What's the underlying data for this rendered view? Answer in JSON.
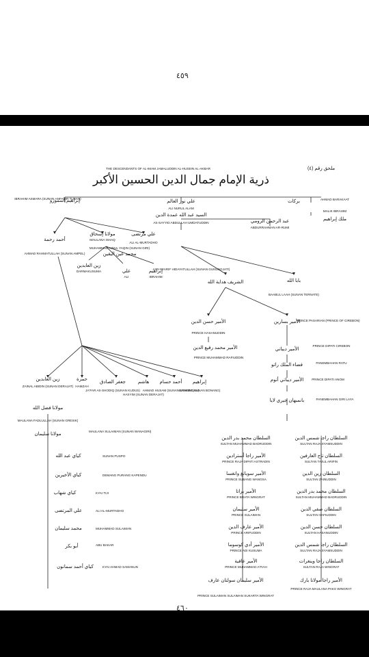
{
  "page_numbers": {
    "top": "٤٥٩",
    "bottom": "٤٦٠"
  },
  "header": {
    "title_en": "THE DESCENDANTS OF AL-IMAM JAMALUDDIN AL-HUSEIN AL-AKBAR",
    "title_ar": "ذرية الإمام جمال الدين الحسين الأكبر",
    "appendix": "ملحق رقم (٤)"
  },
  "nodes": {
    "ibrahim": {
      "ar": "إبراهيم أسمورو",
      "en": "IBRAHIM ASMARA (SUNAN ANFADIR TUBAN)"
    },
    "ali_nur": {
      "ar": "علي نور العالم",
      "en": "ALI NURUL ALAM"
    },
    "barakat": {
      "ar": "بركات",
      "en": "AHMAD BARAKAAT"
    },
    "malik": {
      "ar": "ملك إبراهيم",
      "en": "MALIK IBRAHIM"
    },
    "ahmad_rahmat": {
      "ar": "أحمد رحمة",
      "en": "AHMAD RAHMATULLAH (SUNAN AMPEL)"
    },
    "maulana_ishaq": {
      "ar": "مولانا إسحاق",
      "en": "MAULANA ISHAQ"
    },
    "ali_murtada": {
      "ar": "علي مرتضى",
      "en": "ALI AL-MURTADHO"
    },
    "abdullah": {
      "ar": "السيد عبد الله عمدة الدين",
      "en": "AS-SAYYID ABDULLAH UMDATUDDIN"
    },
    "abdurrahman": {
      "ar": "عبد الرحمن الرومي",
      "en": "ABDURRAHMAN AR-RUMI"
    },
    "ainul_yaqin": {
      "ar": "محمد عين اليقين",
      "en": "MUHAMMAD AINUL YAQIN (SUNAN GIRI)"
    },
    "sharif": {
      "ar": "الشريف هداية الله",
      "en": "ASY-SYARIF HIDAYATULLAH (SUNAN GUNUNGJATI)"
    },
    "babullah": {
      "ar": "بابا الله",
      "en": "BAABUL LAAH (SUNAN TERNATE)"
    },
    "zainal_kecil": {
      "ar": "زين العابدين",
      "en": "DARMAKUSUMA"
    },
    "ali_k": {
      "ar": "علي",
      "en": "ALI"
    },
    "ibrahim_k": {
      "ar": "إبراهيم",
      "en": "IBRAHIM"
    },
    "hasanuddin": {
      "ar": "الأمير حسن الدين",
      "en": "PRINCE HASANUDDIN"
    },
    "pasarean": {
      "ar": "الأمير بسارين",
      "en": "PRINCE PASARIAN (PRINCE OF CIREBON)"
    },
    "rafiuddin": {
      "ar": "الأمير محمد رفيع الدين",
      "en": "PRINCE MUHAMMAD RAFIUDDIN"
    },
    "dipati_cirebon": {
      "ar": "الأمير ديباتي",
      "en": "PRINCE DIPATI CIREBON"
    },
    "ratu": {
      "ar": "فضاء الملك راتو",
      "en": "PANEMBAHAN RATU"
    },
    "dipati_anom": {
      "ar": "الأمير ديباتي أنوم",
      "en": "PRINCE DIPATI ANOM"
    },
    "girilaya": {
      "ar": "بانمبهان جيري لايا",
      "en": "PANEMBAHAN GIRI LAYA"
    },
    "zainal_abidin": {
      "ar": "زين العابدين",
      "en": "ZAINAL ABIDIN (SUNAN DERAJAT)"
    },
    "hamzah": {
      "ar": "حمزة",
      "en": "HAMZAH"
    },
    "ja_far": {
      "ar": "جعفر الصادق",
      "en": "JA'FAR AS-SHODIQ (SUNAN KUDUS)"
    },
    "hasyim": {
      "ar": "هاشم",
      "en": "HASYIM (SUNAN DERAJAT)"
    },
    "ahmad_husam": {
      "ar": "أحمد حسام",
      "en": "AHMAD HUSAM (SUNAN LAMONGAN)"
    },
    "ibrahim2": {
      "ar": "إبراهيم",
      "en": "IBRAHIM (SUNAN BONANG)"
    },
    "fadlullah": {
      "ar": "مولانا فضل الله",
      "en": "MAULANA FADLULLAH (SUNAN GRESIK)"
    },
    "sulaiman": {
      "ar": "مولانا سليمان",
      "en": "MAULANA SULAIMAN (SUNAN WANAGIRI)"
    },
    "kyai1": {
      "ar": "كياي عبد الله",
      "en": "SUNAN PUSPO"
    },
    "kyai2": {
      "ar": "كياي الأخيرين",
      "en": "DEMANG PURANG KAPENDU"
    },
    "kyai3": {
      "ar": "كياي شهاب",
      "en": "KYAI TIJI"
    },
    "ali_murtadhu2": {
      "ar": "علي المرتضى",
      "en": "ALI AL-MURTADHO"
    },
    "sulaiman2": {
      "ar": "محمد سليمان",
      "en": "MUHAMMAD SULAIMAN"
    },
    "abubakar": {
      "ar": "أبو بكر",
      "en": "ABU BAKAR"
    },
    "kyai_ahmad": {
      "ar": "كياي أحمد سمانون",
      "en": "KYAI AHMAD SAMANUN"
    },
    "badruddin": {
      "ar": "السلطان محمد بدر الدين",
      "en": "SULTAN MUHAMMAD BADRUDDIN"
    },
    "syamsuddin": {
      "ar": "السلطان راجا شمس الدين",
      "en": "SULTAN RAJA SYAMSUDDIN"
    },
    "astradin": {
      "ar": "الأمير راجا أسترادين",
      "en": "PRINCE RAJA DIPATI ASTRADIN"
    },
    "tajul": {
      "ar": "السلطان تاج العارفين",
      "en": "SULTAN TAJUL ARIFIN"
    },
    "wangsa": {
      "ar": "الأمير سوبانغ وانغسا",
      "en": "PRINCE SUBANG WANGSA"
    },
    "zainuddin": {
      "ar": "السلطان زين الدين",
      "en": "SULTAN ZAINUDDIN"
    },
    "brata": {
      "ar": "الأمير براتا",
      "en": "PRINCE BRATA WINGRAT"
    },
    "badruddin2": {
      "ar": "السلطان محمد بدر الدين",
      "en": "SULTAN MUHAMMAD BADRUDDIN"
    },
    "sulaiman3": {
      "ar": "الأمير سليمان",
      "en": "PRINCE SULAIMAN"
    },
    "safiuddin": {
      "ar": "السلطان صفي الدين",
      "en": "SULTAN SAFIUDDIN"
    },
    "arifuddin": {
      "ar": "الأمير عارف الدين",
      "en": "PRINCE ARIFUDDIN"
    },
    "hasanuddin2": {
      "ar": "السلطان حسن الدين",
      "en": "SULTAN HASANUDDIN"
    },
    "adikusuma": {
      "ar": "الأمير أدي كوسوما",
      "en": "PRINCE ADI KUSUMA"
    },
    "rajasyam": {
      "ar": "السلطان راجا شمس الدين",
      "en": "SULTAN RAJA SYAMSUDDIN"
    },
    "afiah": {
      "ar": "الأمير عافية",
      "en": "PRINCE MUHAMMAD A'FIAH"
    },
    "wingrat": {
      "ar": "السلطان راجا وينغرات",
      "en": "SULTAN RAJA WINGRAT"
    },
    "last_left": {
      "ar": "الأمير سليمان سولتان عارف",
      "en": "PRINCE SULAIMAN SULAIMAN SUKARTA WINGRAT"
    },
    "last_right": {
      "ar": "الأمير راجا مولانا بارك",
      "en": "PRINCE RAJA MAULANA PAKS WINGRAT"
    }
  }
}
